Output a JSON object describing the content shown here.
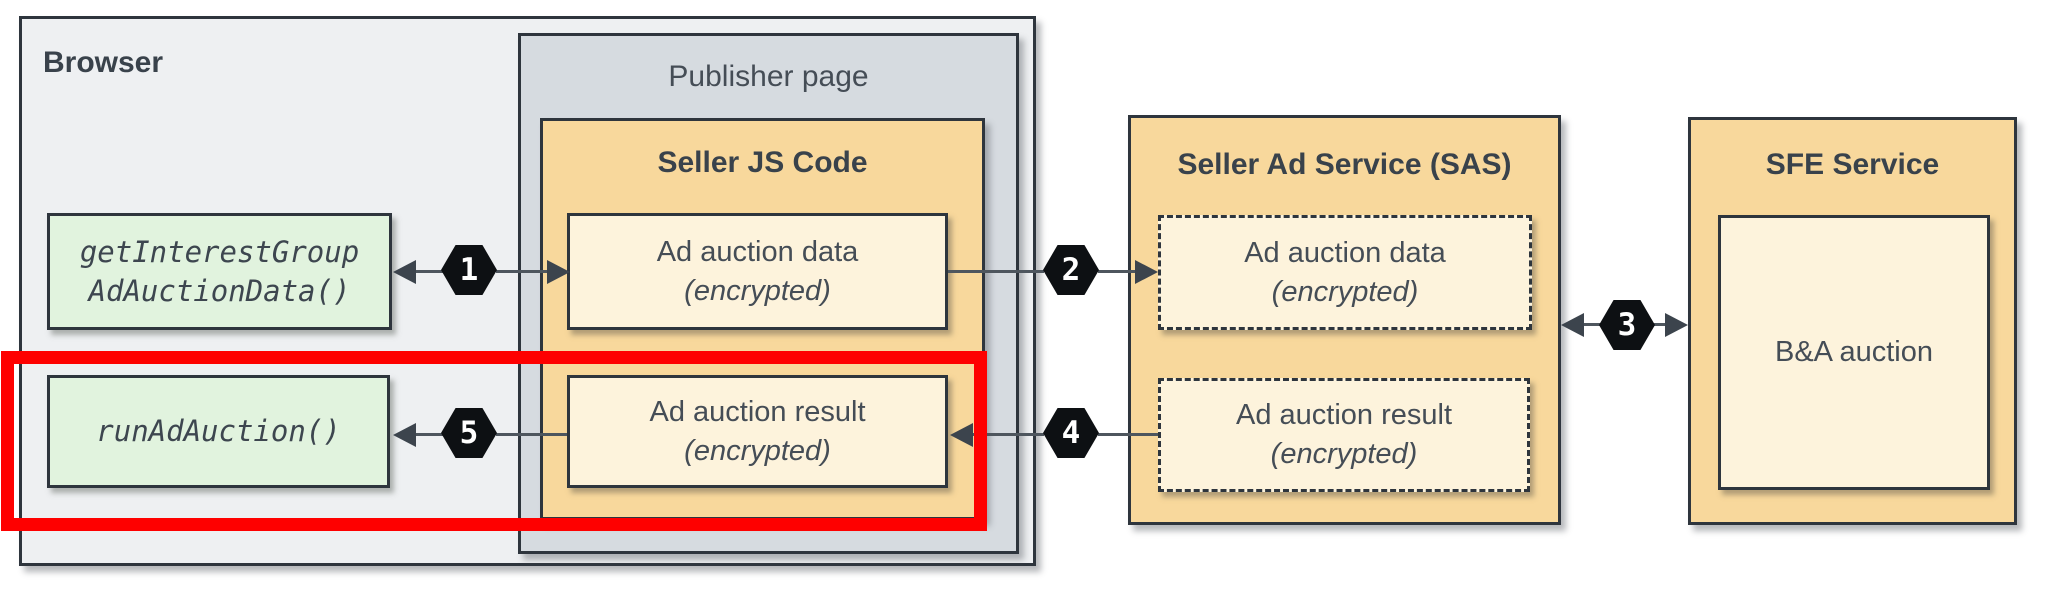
{
  "diagram": {
    "browser": {
      "title": "Browser",
      "api_get_box": {
        "line1": "getInterestGroup",
        "line2": "AdAuctionData()"
      },
      "api_run_box": {
        "line1": "runAdAuction()"
      }
    },
    "publisher": {
      "title": "Publisher page",
      "seller_js": {
        "title": "Seller JS Code",
        "data_box": {
          "line1": "Ad auction data",
          "line2": "(encrypted)"
        },
        "result_box": {
          "line1": "Ad auction result",
          "line2": "(encrypted)"
        }
      }
    },
    "sas": {
      "title": "Seller Ad Service (SAS)",
      "data_box": {
        "line1": "Ad auction data",
        "line2": "(encrypted)"
      },
      "result_box": {
        "line1": "Ad auction result",
        "line2": "(encrypted)"
      }
    },
    "sfe": {
      "title": "SFE Service",
      "auction_box_label": "B&A auction"
    },
    "steps": {
      "s1": "1",
      "s2": "2",
      "s3": "3",
      "s4": "4",
      "s5": "5"
    },
    "colors": {
      "highlight_red": "#fe0000",
      "browser_gray": "#eef0f2",
      "publisher_gray": "#d6dbe0",
      "service_orange": "#f8d89c",
      "data_cream": "#fdf3dc",
      "api_green": "#e1f3de",
      "border_dark": "#2e353d",
      "badge_black": "#0d1013",
      "badge_text_white": "#ffffff"
    }
  }
}
